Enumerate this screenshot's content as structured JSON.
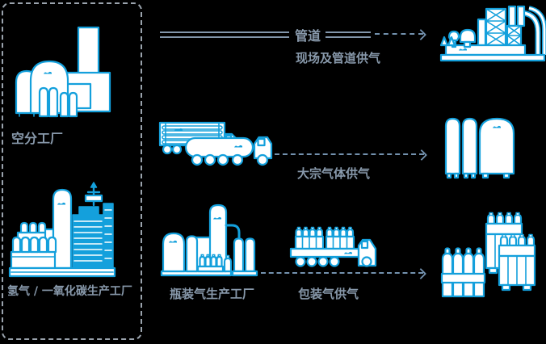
{
  "colors": {
    "brand_blue": "#14a0dc",
    "slate_text": "#8899ab",
    "pipe_line": "#8296ab",
    "dashed_arrow": "#7391ae",
    "panel_border": "#9aa3ad",
    "background": "#000000",
    "fill_white": "#ffffff"
  },
  "left_panel": {
    "air_plant_label": "空分工厂",
    "hyco_plant_label": "氢气 / 一氧化碳生产工厂"
  },
  "rows": {
    "pipeline_supply": {
      "pipe_label": "管道",
      "caption": "现场及管道供气"
    },
    "bulk_supply": {
      "caption": "大宗气体供气"
    },
    "packaged_supply": {
      "plant_label": "瓶装气生产工厂",
      "caption": "包装气供气"
    }
  },
  "icons": [
    "air-separation-plant-icon",
    "hyco-plant-icon",
    "customer-plant-icon",
    "tanker-trucks-icon",
    "storage-tanks-icon",
    "cylinder-filling-plant-icon",
    "cylinder-truck-icon",
    "cylinder-bundles-icon",
    "pipeline-lines",
    "dashed-arrow",
    "linde-logo"
  ]
}
